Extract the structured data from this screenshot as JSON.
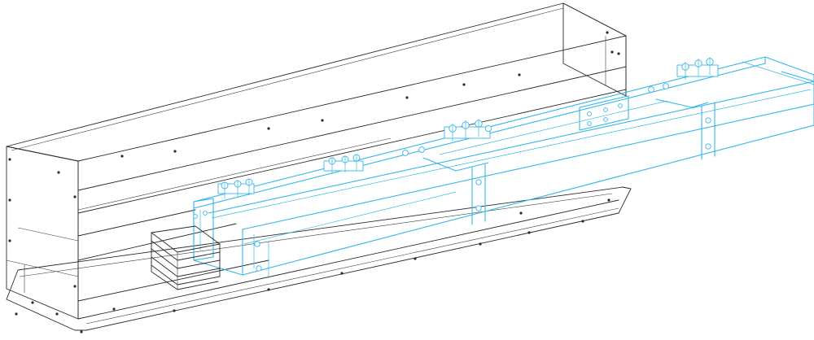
{
  "drawing": {
    "colors": {
      "enclosure_line": "#2b2b2b",
      "busbar_line": "#35b6e8",
      "background": "#ffffff"
    },
    "parts": [
      "enclosure",
      "base-plate",
      "busbar-trunking",
      "busbar-stack",
      "bolt-clamps"
    ]
  }
}
